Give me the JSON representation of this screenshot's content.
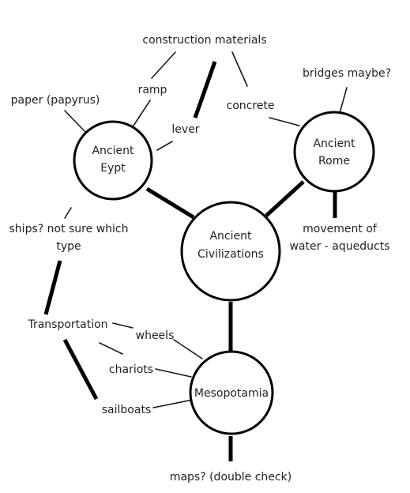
{
  "nodes": {
    "center": {
      "line1": "Ancient",
      "line2": "Civilizations"
    },
    "egypt": {
      "line1": "Ancient",
      "line2": "Eypt"
    },
    "rome": {
      "line1": "Ancient",
      "line2": "Rome"
    },
    "mesopotamia": {
      "label": "Mesopotamia"
    }
  },
  "notes": {
    "construction_materials": "construction materials",
    "ramp": "ramp",
    "lever": "lever",
    "concrete": "concrete",
    "bridges_maybe": "bridges maybe?",
    "paper_papyrus": "paper (papyrus)",
    "ships_line1": "ships? not sure which",
    "ships_line2": "type",
    "aqueducts_line1": "movement of",
    "aqueducts_line2": "water - aqueducts",
    "transportation": "Transportation",
    "wheels": "wheels",
    "chariots": "chariots",
    "sailboats": "sailboats",
    "maps": "maps? (double check)"
  }
}
